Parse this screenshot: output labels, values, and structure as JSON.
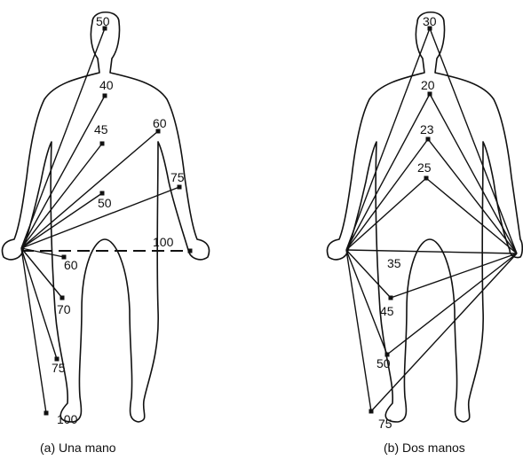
{
  "panels": [
    {
      "caption": "(a) Una mano",
      "points": [
        {
          "label": "50"
        },
        {
          "label": "40"
        },
        {
          "label": "45"
        },
        {
          "label": "60"
        },
        {
          "label": "75"
        },
        {
          "label": "50"
        },
        {
          "label": "100"
        },
        {
          "label": "60"
        },
        {
          "label": "70"
        },
        {
          "label": "75"
        },
        {
          "label": "100"
        }
      ]
    },
    {
      "caption": "(b) Dos manos",
      "points": [
        {
          "label": "30"
        },
        {
          "label": "20"
        },
        {
          "label": "23"
        },
        {
          "label": "25"
        },
        {
          "label": "35"
        },
        {
          "label": "45"
        },
        {
          "label": "50"
        },
        {
          "label": "75"
        }
      ]
    }
  ]
}
